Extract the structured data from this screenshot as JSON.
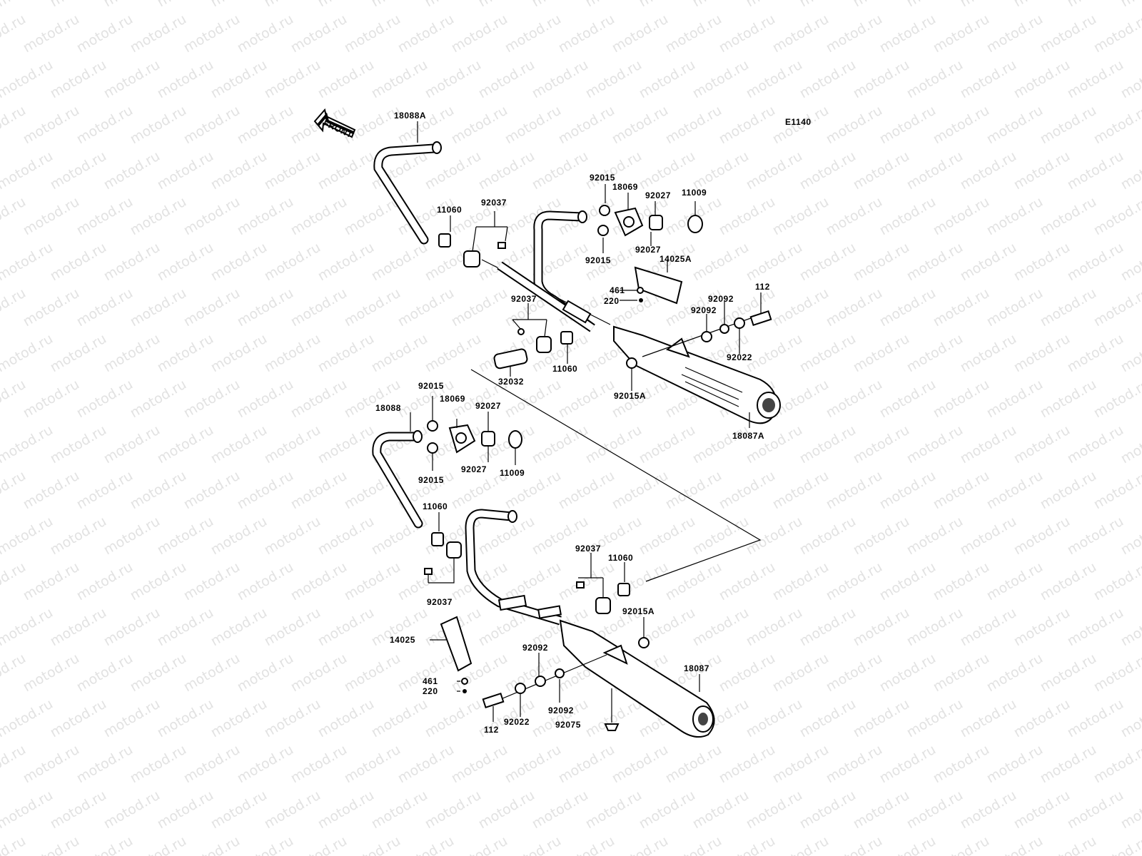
{
  "watermark_text": "motod.ru",
  "diagram_code": "E1140",
  "front_arrow_label": "FRONT",
  "labels": {
    "18088A": "18088A",
    "11060_a": "11060",
    "92037_a": "92037",
    "92015_a": "92015",
    "18069_a": "18069",
    "92027_a": "92027",
    "11009_a": "11009",
    "92027_b": "92027",
    "92015_b": "92015",
    "14025A": "14025A",
    "461_a": "461",
    "220_a": "220",
    "92037_b": "92037",
    "92092_a": "92092",
    "92092_b": "92092",
    "112_a": "112",
    "92022_a": "92022",
    "11060_b": "11060",
    "32032": "32032",
    "92015A_a": "92015A",
    "18087A": "18087A",
    "92015_c": "92015",
    "18088": "18088",
    "18069_b": "18069",
    "92027_c": "92027",
    "92015_d": "92015",
    "92027_d": "92027",
    "11009_b": "11009",
    "11060_c": "11060",
    "92037_c": "92037",
    "92037_d": "92037",
    "11060_d": "11060",
    "92015A_b": "92015A",
    "14025": "14025",
    "92092_c": "92092",
    "18087": "18087",
    "461_b": "461",
    "220_b": "220",
    "92092_d": "92092",
    "112_b": "112",
    "92022_b": "92022",
    "92075": "92075"
  }
}
